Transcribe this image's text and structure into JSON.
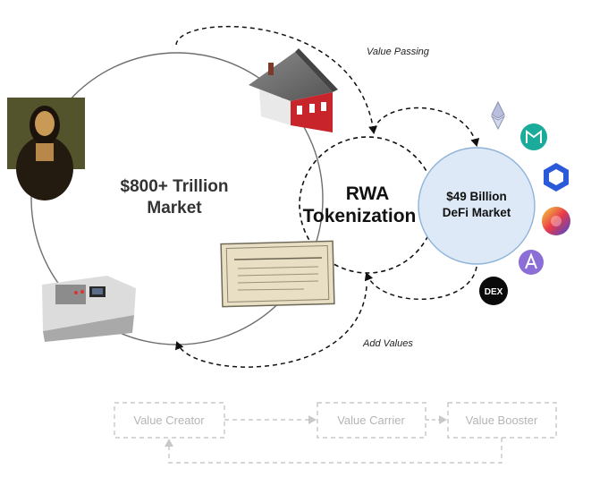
{
  "big_market": {
    "line1": "$800+ Trillion",
    "line2": "Market"
  },
  "rwa": {
    "line1": "RWA",
    "line2": "Tokenization"
  },
  "defi": {
    "line1": "$49 Billion",
    "line2": "DeFi Market"
  },
  "arrows": {
    "value_passing": "Value Passing",
    "add_values": "Add Values"
  },
  "flow": {
    "value_creator": "Value Creator",
    "value_carrier": "Value Carrier",
    "value_booster": "Value Booster"
  },
  "assets": [
    "mona-lisa-painting",
    "house",
    "stock-certificate",
    "cnc-machine"
  ],
  "defi_icons": [
    {
      "name": "ethereum-icon",
      "color": "#8a92b2"
    },
    {
      "name": "maker-icon",
      "color": "#1aab9b"
    },
    {
      "name": "chainlink-icon",
      "color": "#2a5ada"
    },
    {
      "name": "curve-icon",
      "color": "#e8394a"
    },
    {
      "name": "aave-icon",
      "color": "#8b6fd6"
    },
    {
      "name": "dex-icon",
      "color": "#000000"
    }
  ],
  "dex_label": "DEX"
}
